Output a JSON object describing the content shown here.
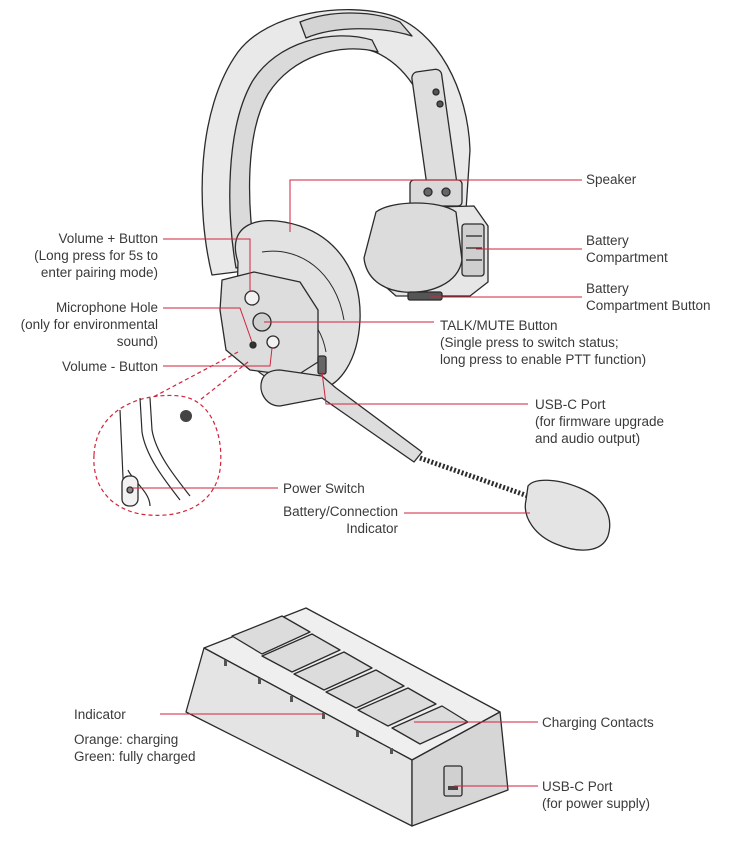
{
  "colors": {
    "leader": "#d2233c",
    "outline": "#2b2b2b",
    "fill": "#e9e9e9",
    "fill_dark": "#cfcfcf",
    "text": "#3a3a3a"
  },
  "headset": {
    "speaker": "Speaker",
    "battery_compartment": [
      "Battery",
      "Compartment"
    ],
    "battery_compartment_button": [
      "Battery",
      "Compartment Button"
    ],
    "volume_plus": [
      "Volume + Button",
      "(Long press for 5s to",
      "enter pairing mode)"
    ],
    "microphone_hole": [
      "Microphone Hole",
      "(only for environmental",
      "sound)"
    ],
    "volume_minus": "Volume - Button",
    "talk_mute": [
      "TALK/MUTE Button",
      "(Single press to switch status;",
      "long press to enable PTT function)"
    ],
    "usb_c_port": [
      "USB-C Port",
      "(for firmware upgrade",
      "and audio output)"
    ],
    "power_switch": "Power Switch",
    "battery_indicator": [
      "Battery/Connection",
      "Indicator"
    ]
  },
  "charger": {
    "indicator": "Indicator",
    "indicator_states": [
      "Orange: charging",
      "Green: fully charged"
    ],
    "charging_contacts": "Charging Contacts",
    "usb_c_port": [
      "USB-C Port",
      "(for power supply)"
    ]
  }
}
